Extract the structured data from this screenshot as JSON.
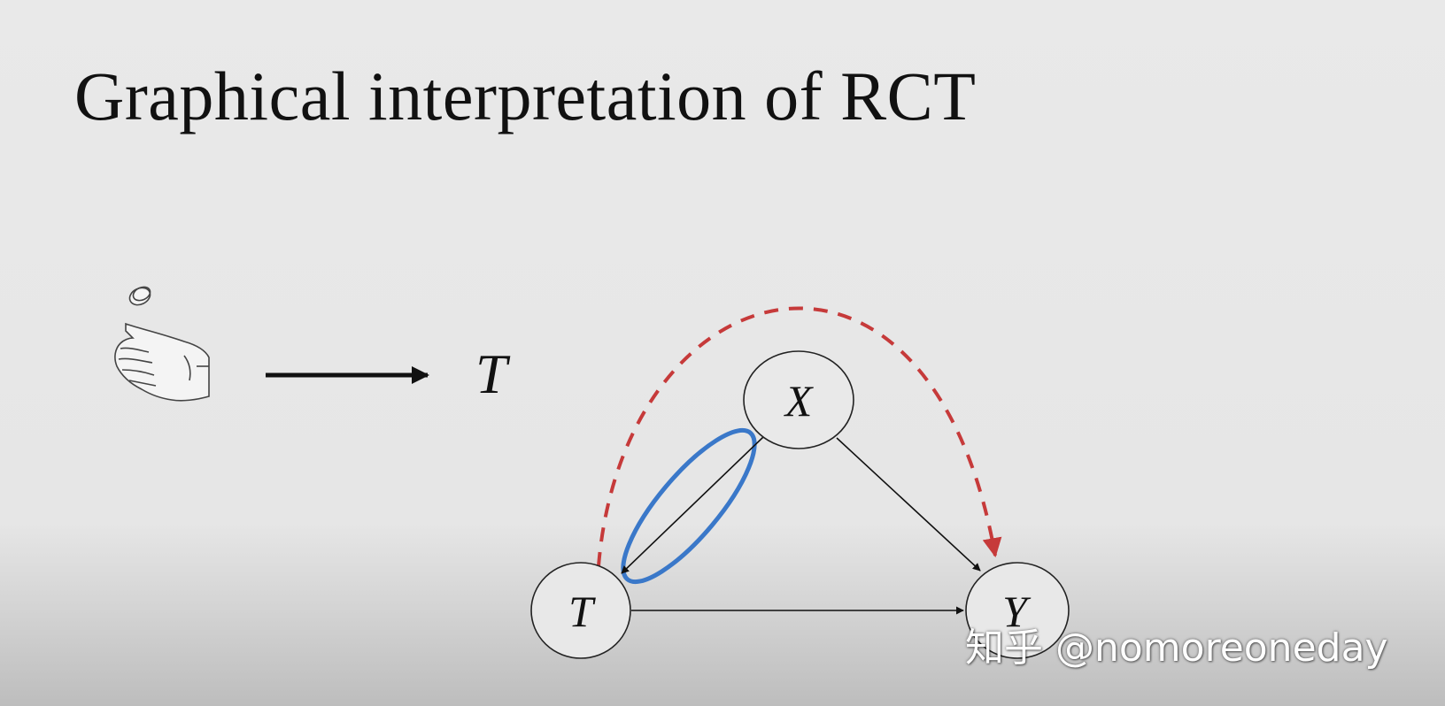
{
  "slide": {
    "title": "Graphical interpretation of RCT"
  },
  "randomizer": {
    "icon": "coin-flip-hand-icon",
    "arrow_target_label": "T"
  },
  "graph": {
    "nodes": [
      {
        "id": "X",
        "label": "X"
      },
      {
        "id": "T",
        "label": "T"
      },
      {
        "id": "Y",
        "label": "Y"
      }
    ],
    "edges": [
      {
        "from": "X",
        "to": "T",
        "style": "solid",
        "color": "#111111",
        "highlighted": true
      },
      {
        "from": "X",
        "to": "Y",
        "style": "solid",
        "color": "#111111"
      },
      {
        "from": "T",
        "to": "Y",
        "style": "solid",
        "color": "#111111"
      },
      {
        "from": "T",
        "to": "Y",
        "style": "dashed-curved",
        "color": "#c63a3a"
      }
    ],
    "highlight_color": "#3a78c9"
  },
  "watermark": {
    "text": "知乎 @nomoreoneday"
  }
}
